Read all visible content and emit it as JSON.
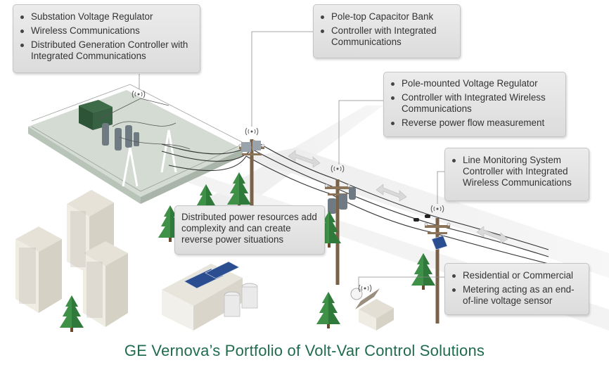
{
  "caption": "GE Vernova’s Portfolio of Volt-Var Control Solutions",
  "callouts": {
    "substation": {
      "items": [
        "Substation Voltage Regulator",
        "Wireless Communications",
        "Distributed Generation Controller with Integrated Communications"
      ]
    },
    "capacitor_bank": {
      "items": [
        "Pole-top Capacitor Bank",
        "Controller with Integrated Communications"
      ]
    },
    "voltage_regulator": {
      "items": [
        "Pole-mounted Voltage Regulator",
        "Controller with Integrated Wireless Communications",
        "Reverse power flow measurement"
      ]
    },
    "line_monitoring": {
      "items": [
        "Line Monitoring System Controller with Integrated Wireless Communications"
      ]
    },
    "distributed_resources": {
      "text": "Distributed power resources add complexity and can create reverse power situations"
    },
    "residential": {
      "items": [
        "Residential or Commercial",
        "Metering acting as an end-of-line voltage sensor"
      ]
    }
  },
  "colors": {
    "caption": "#1f6b4e",
    "callout_bg": "#e3e3e3",
    "tree": "#2f7a3a",
    "ground": "#d3dbd3"
  },
  "icons": {
    "wireless": "wireless-signal-icon",
    "tree": "pine-tree-icon",
    "solar": "solar-panel-icon"
  }
}
